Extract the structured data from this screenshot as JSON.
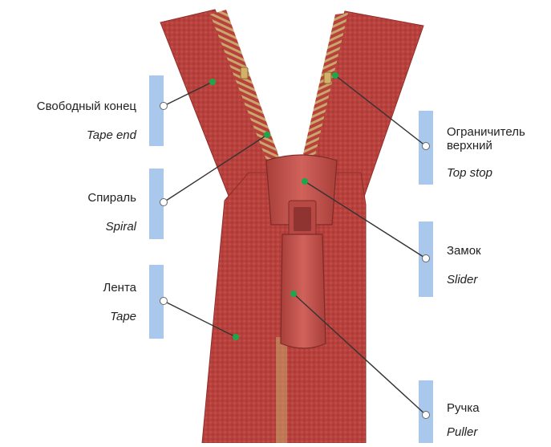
{
  "labels": {
    "tape_end": {
      "ru": "Свободный конец",
      "en": "Tape end"
    },
    "spiral": {
      "ru": "Спираль",
      "en": "Spiral"
    },
    "tape": {
      "ru": "Лента",
      "en": "Tape"
    },
    "top_stop": {
      "ru_line1": "Ограничитель",
      "ru_line2": "верхний",
      "en": "Top stop"
    },
    "slider": {
      "ru": "Замок",
      "en": "Slider"
    },
    "puller": {
      "ru": "Ручка",
      "en": "Puller"
    }
  },
  "colors": {
    "tape": "#b8413d",
    "tape_dark": "#8f2e2b",
    "teeth": "#c9a66a",
    "slider": "#c4504a",
    "marker_bar": "#a9c8ec",
    "leader_line": "#333333",
    "green_dot": "#1ea64a"
  }
}
